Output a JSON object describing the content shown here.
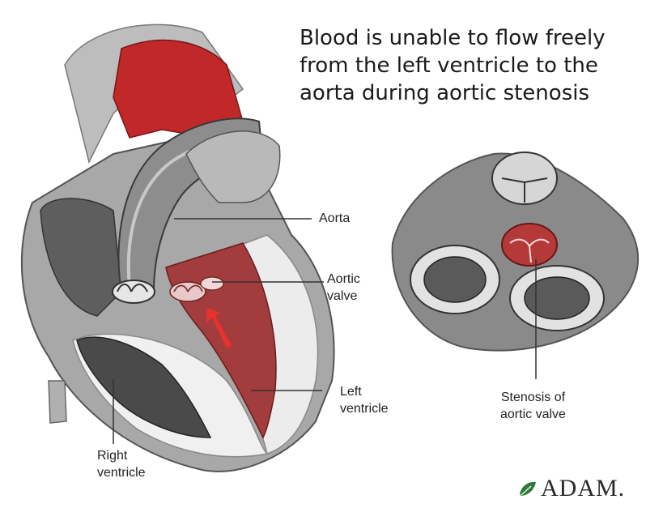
{
  "caption": {
    "line1": "Blood is unable to flow freely",
    "line2": "from the left ventricle to the",
    "line3": "aorta during aortic stenosis"
  },
  "labels": {
    "aorta": "Aorta",
    "aortic_valve_1": "Aortic",
    "aortic_valve_2": "valve",
    "left_ventricle_1": "Left",
    "left_ventricle_2": "ventricle",
    "right_ventricle_1": "Right",
    "right_ventricle_2": "ventricle",
    "stenosis_1": "Stenosis of",
    "stenosis_2": "aortic valve"
  },
  "brand": {
    "name": "ADAM."
  },
  "colors": {
    "tissue_gray": "#9a9a9a",
    "dark_gray": "#555555",
    "blood_red": "#c0282a",
    "chamber_red": "#9c3a3a",
    "leader_line": "#333333"
  }
}
